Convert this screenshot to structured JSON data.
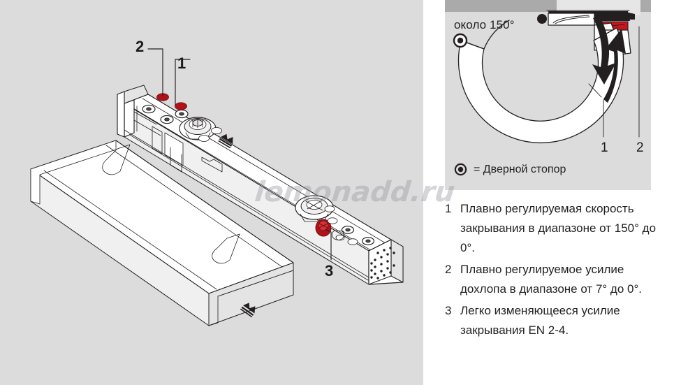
{
  "figure": {
    "watermark": "lemonadd.ru"
  },
  "left_diagram": {
    "name": "door-closer-exploded-view",
    "callouts": [
      {
        "id": "2",
        "label": "2"
      },
      {
        "id": "1",
        "label": "1"
      },
      {
        "id": "3",
        "label": "3"
      }
    ]
  },
  "right_diagram": {
    "name": "door-swing-angle-diagram",
    "angle_label": "около 150°",
    "callouts": [
      {
        "id": "1",
        "label": "1"
      },
      {
        "id": "2",
        "label": "2"
      }
    ],
    "legend": {
      "symbol_name": "door-stop-symbol",
      "text": "= Дверной стопор"
    }
  },
  "notes": [
    {
      "num": "1",
      "text": "Плавно регулируемая скорость закрывания в диапазоне от 150° до 0°."
    },
    {
      "num": "2",
      "text": "Плавно регулируемое усилие дохлопа в диапазоне от 7° до 0°."
    },
    {
      "num": "3",
      "text": "Легко изменяющееся усилие закрывания EN 2-4."
    }
  ],
  "colors": {
    "panel_bg": "#dcdcdc",
    "band_bg": "#aaaaab",
    "accent_red": "#c1121c",
    "line": "#231f20",
    "page_bg": "#ffffff"
  }
}
